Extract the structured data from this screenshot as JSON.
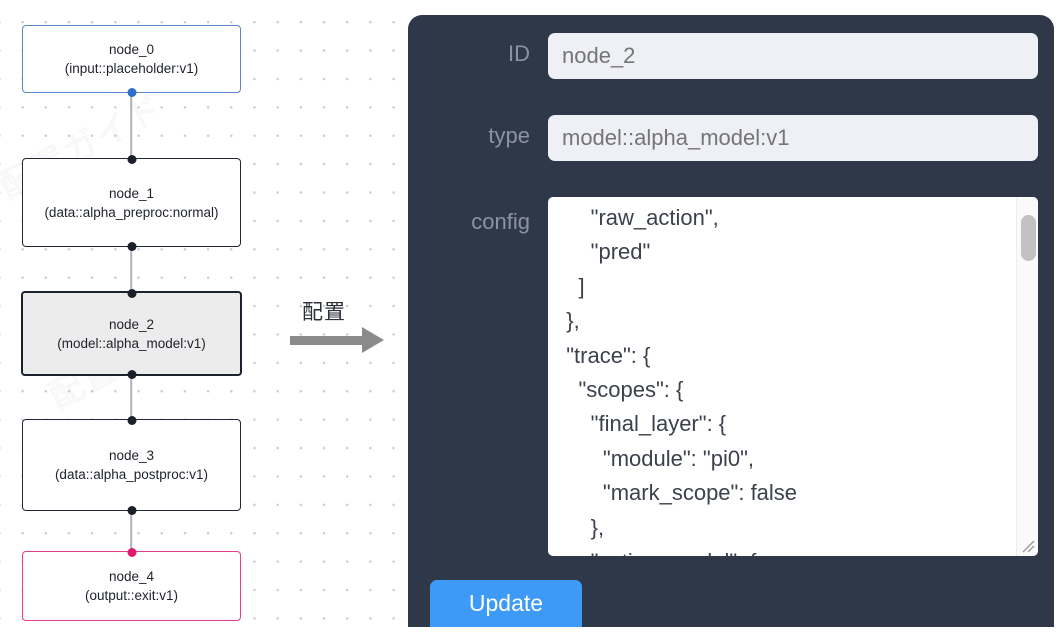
{
  "canvas": {
    "background_color": "#ffffff",
    "grid_dot_color": "#c9ccd4",
    "watermark_text": "配置ガイド"
  },
  "graph": {
    "edge_color": "#b1b1b7",
    "nodes": [
      {
        "id": "node_0",
        "title": "node_0",
        "subtitle": "(input::placeholder:v1)",
        "role": "input",
        "border_color": "#5a86c9",
        "fill_color": "#ffffff",
        "selected": false,
        "handles": [
          "bottom"
        ]
      },
      {
        "id": "node_1",
        "title": "node_1",
        "subtitle": "(data::alpha_preproc:normal)",
        "role": "data",
        "border_color": "#222833",
        "fill_color": "#ffffff",
        "selected": false,
        "handles": [
          "top",
          "bottom"
        ]
      },
      {
        "id": "node_2",
        "title": "node_2",
        "subtitle": "(model::alpha_model:v1)",
        "role": "model",
        "border_color": "#1d232e",
        "fill_color": "#ececec",
        "selected": true,
        "handles": [
          "top",
          "bottom"
        ]
      },
      {
        "id": "node_3",
        "title": "node_3",
        "subtitle": "(data::alpha_postproc:v1)",
        "role": "data",
        "border_color": "#222833",
        "fill_color": "#ffffff",
        "selected": false,
        "handles": [
          "top",
          "bottom"
        ]
      },
      {
        "id": "node_4",
        "title": "node_4",
        "subtitle": "(output::exit:v1)",
        "role": "output",
        "border_color": "#e3408b",
        "fill_color": "#ffffff",
        "selected": false,
        "handles": [
          "top"
        ]
      }
    ]
  },
  "transition": {
    "label": "配置",
    "arrow_icon": "right-arrow-icon",
    "arrow_color": "#8a8a8a"
  },
  "inspector": {
    "panel_color": "#2e3849",
    "label_color": "#8b93a2",
    "input_bg": "#eef0f6",
    "input_text_color": "#9aa0ab",
    "fields": {
      "id": {
        "label": "ID",
        "value": "node_2",
        "placeholder": "node_2"
      },
      "type": {
        "label": "type",
        "value": "model::alpha_model:v1",
        "placeholder": "model::alpha_model:v1"
      },
      "config": {
        "label": "config",
        "value": "      \"raw_action\",\n      \"pred\"\n    ]\n  },\n  \"trace\": {\n    \"scopes\": {\n      \"final_layer\": {\n        \"module\": \"pi0\",\n        \"mark_scope\": false\n      },\n      \"action_model\": {",
        "scrollbar": "vertical-scrollbar",
        "resize_handle": "resize-grip-icon"
      }
    },
    "update_button": {
      "label": "Update",
      "color": "#3d9bf7"
    }
  }
}
